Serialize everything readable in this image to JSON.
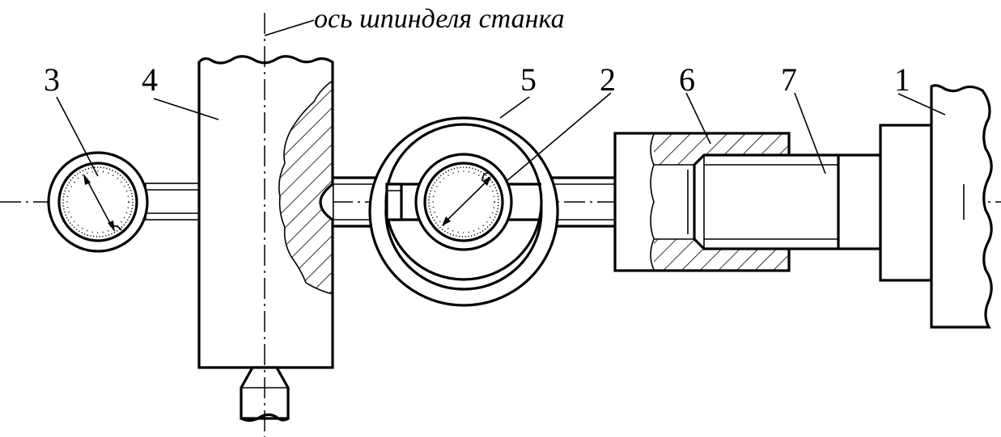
{
  "diagram": {
    "axis_label": "ось шпинделя станка",
    "parts": [
      {
        "id": "label-1",
        "text": "1"
      },
      {
        "id": "label-2",
        "text": "2"
      },
      {
        "id": "label-3",
        "text": "3"
      },
      {
        "id": "label-4",
        "text": "4"
      },
      {
        "id": "label-5",
        "text": "5"
      },
      {
        "id": "label-6",
        "text": "6"
      },
      {
        "id": "label-7",
        "text": "7"
      }
    ]
  }
}
